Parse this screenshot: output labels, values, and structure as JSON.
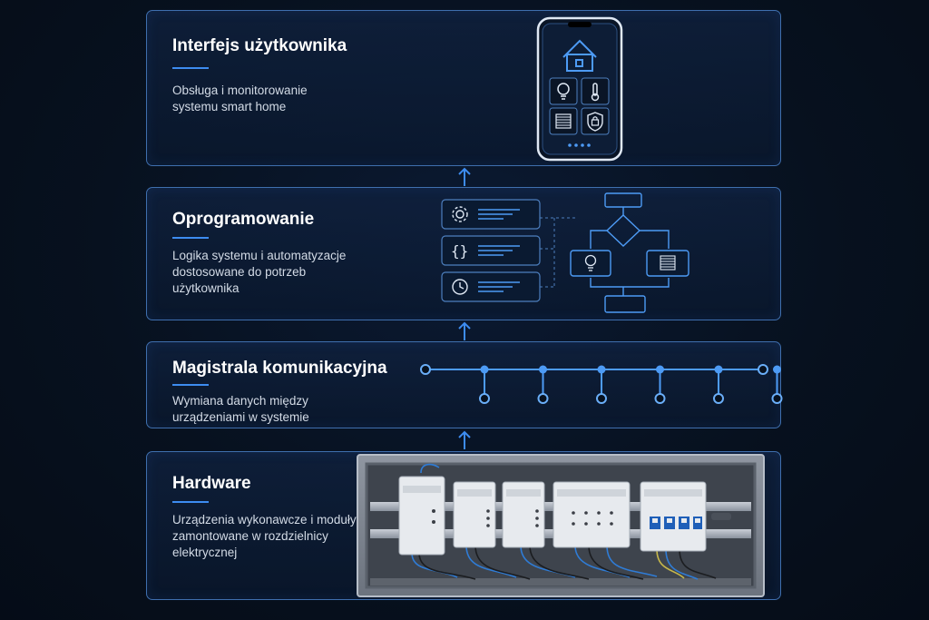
{
  "layers": [
    {
      "title": "Interfejs użytkownika",
      "description": "Obsługa i monitorowanie\nsystemu smart home"
    },
    {
      "title": "Oprogramowanie",
      "description": "Logika systemu i automatyzacje\ndostosowane do potrzeb\nużytkownika"
    },
    {
      "title": "Magistrala komunikacyjna",
      "description": "Wymiana danych między\nurządzeniami w systemie"
    },
    {
      "title": "Hardware",
      "description": "Urządzenia wykonawcze i moduły\nzamontowane w rozdzielnicy\nelektrycznej"
    }
  ],
  "colors": {
    "accent": "#3d8cf0",
    "border": "#3f6fae",
    "background": "#07111f",
    "text": "#ffffff"
  },
  "icons": {
    "phone": [
      "home-icon",
      "bulb-icon",
      "thermometer-icon",
      "blinds-icon",
      "security-lock-icon"
    ],
    "software": [
      "gear-icon",
      "code-braces-icon",
      "clock-icon",
      "bulb-icon",
      "blinds-icon"
    ]
  },
  "bus": {
    "node_count": 6
  }
}
